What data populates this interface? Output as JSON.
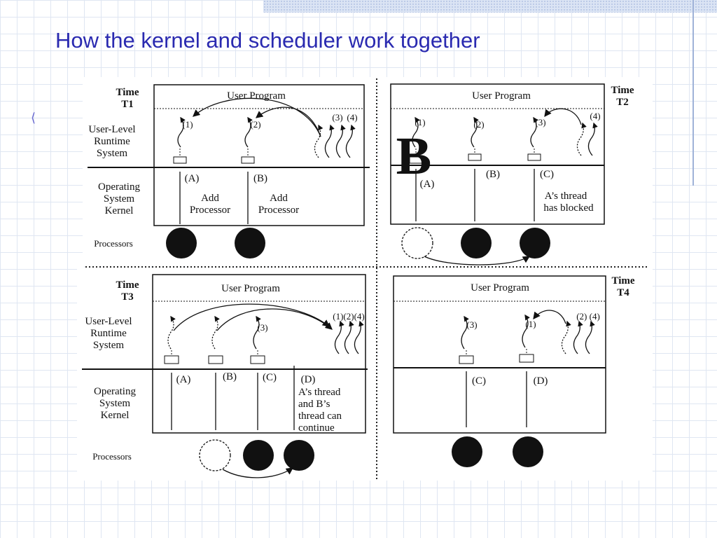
{
  "slide": {
    "title": "How the kernel and scheduler work together",
    "bullet_glyph": "⟨",
    "overlay_letter": "B"
  },
  "colors": {
    "title": "#2a2ab0",
    "grid": "#dfe6f2",
    "accent_band": "#d9e2f3",
    "ink": "#111111"
  },
  "diagram": {
    "row_labels": {
      "user_level": [
        "User-Level",
        "Runtime",
        "System"
      ],
      "operating_system": [
        "Operating",
        "System",
        "Kernel"
      ],
      "processors": "Processors"
    },
    "panels": {
      "t1": {
        "time_label": [
          "Time",
          "T1"
        ],
        "user_program": "User Program",
        "thread_labels": [
          "(1)",
          "(2)",
          "(3)",
          "(4)"
        ],
        "activation_labels": [
          "(A)",
          "(B)"
        ],
        "notes": [
          [
            "Add",
            "Processor"
          ],
          [
            "Add",
            "Processor"
          ]
        ]
      },
      "t2": {
        "time_label": [
          "Time",
          "T2"
        ],
        "user_program": "User Program",
        "thread_labels": [
          "(1)",
          "(2)",
          "(3)",
          "(4)"
        ],
        "activation_labels": [
          "(A)",
          "(B)",
          "(C)"
        ],
        "note": [
          "A’s thread",
          "has blocked"
        ]
      },
      "t3": {
        "time_label": [
          "Time",
          "T3"
        ],
        "user_program": "User Program",
        "thread_labels": [
          "(3)",
          "(1)(2)(4)"
        ],
        "activation_labels": [
          "(A)",
          "(B)",
          "(C)",
          "(D)"
        ],
        "note": [
          "A’s thread",
          "and B’s",
          "thread can",
          "continue"
        ]
      },
      "t4": {
        "time_label": [
          "Time",
          "T4"
        ],
        "user_program": "User Program",
        "thread_labels": [
          "(3)",
          "(1)",
          "(2) (4)"
        ],
        "activation_labels": [
          "(C)",
          "(D)"
        ]
      }
    }
  }
}
